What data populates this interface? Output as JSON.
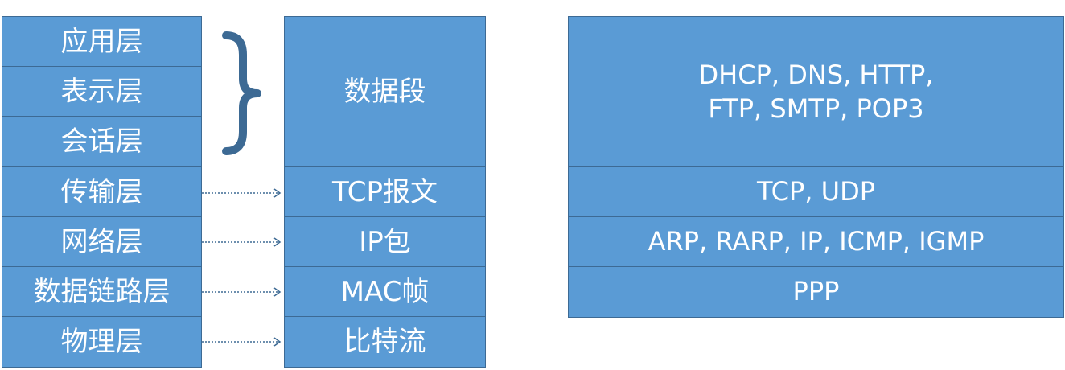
{
  "layers": [
    {
      "label": "应用层"
    },
    {
      "label": "表示层"
    },
    {
      "label": "会话层"
    },
    {
      "label": "传输层"
    },
    {
      "label": "网络层"
    },
    {
      "label": "数据链路层"
    },
    {
      "label": "物理层"
    }
  ],
  "pdus": [
    {
      "label": "数据段"
    },
    {
      "label": "TCP报文"
    },
    {
      "label": "IP包"
    },
    {
      "label": "MAC帧"
    },
    {
      "label": "比特流"
    }
  ],
  "protocols": [
    {
      "line1": "DHCP, DNS, HTTP,",
      "line2": "FTP, SMTP, POP3"
    },
    {
      "line1": "TCP, UDP"
    },
    {
      "line1": "ARP, RARP, IP, ICMP, IGMP"
    },
    {
      "line1": "PPP"
    }
  ],
  "colors": {
    "box_fill": "#5a9bd5",
    "box_border": "#3d6a94",
    "brace": "#3d6a94",
    "arrow": "#3d6a94"
  }
}
